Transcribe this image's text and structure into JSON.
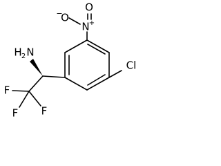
{
  "molecule": {
    "atoms": {
      "nitro_o_minus": "O",
      "nitro_o_minus_charge": "−",
      "nitro_o_double": "O",
      "nitro_n": "N",
      "nitro_n_charge": "+",
      "amine": "H",
      "amine_sub": "2",
      "amine_n": "N",
      "chlorine": "Cl",
      "f_left": "F",
      "f_right": "F",
      "f_bottom": "F"
    },
    "colors": {
      "bond": "#000000",
      "label": "#000000",
      "background": "#ffffff"
    }
  }
}
